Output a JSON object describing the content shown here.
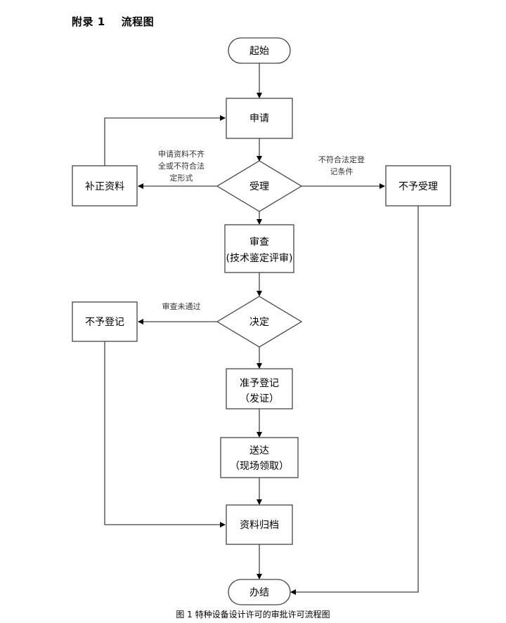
{
  "heading": {
    "label": "附录 1",
    "title": "流程图"
  },
  "caption": "图 1 特种设备设计许可的审批许可流程图",
  "nodes": {
    "start": {
      "type": "terminal",
      "label": "起始"
    },
    "apply": {
      "type": "process",
      "label": "申请"
    },
    "accept": {
      "type": "decision",
      "label": "受理"
    },
    "supplement": {
      "type": "process",
      "label": "补正资料"
    },
    "reject_accept": {
      "type": "process",
      "label": "不予受理"
    },
    "review": {
      "type": "process",
      "lines": [
        "审查",
        "(技术鉴定评审)"
      ]
    },
    "decide": {
      "type": "decision",
      "label": "决定"
    },
    "reject_register": {
      "type": "process",
      "label": "不予登记"
    },
    "approve": {
      "type": "process",
      "lines": [
        "准予登记",
        "（发证）"
      ]
    },
    "deliver": {
      "type": "process",
      "lines": [
        "送达",
        "（现场领取）"
      ]
    },
    "archive": {
      "type": "process",
      "label": "资料归档"
    },
    "end": {
      "type": "terminal",
      "label": "办结"
    }
  },
  "edges": {
    "accept_to_supplement": {
      "lines": [
        "申请资料不齐",
        "全或不符合法",
        "定形式"
      ]
    },
    "accept_to_reject": {
      "lines": [
        "不符合法定登",
        "记条件"
      ]
    },
    "decide_to_reject": {
      "lines": [
        "审查未通过"
      ]
    }
  }
}
